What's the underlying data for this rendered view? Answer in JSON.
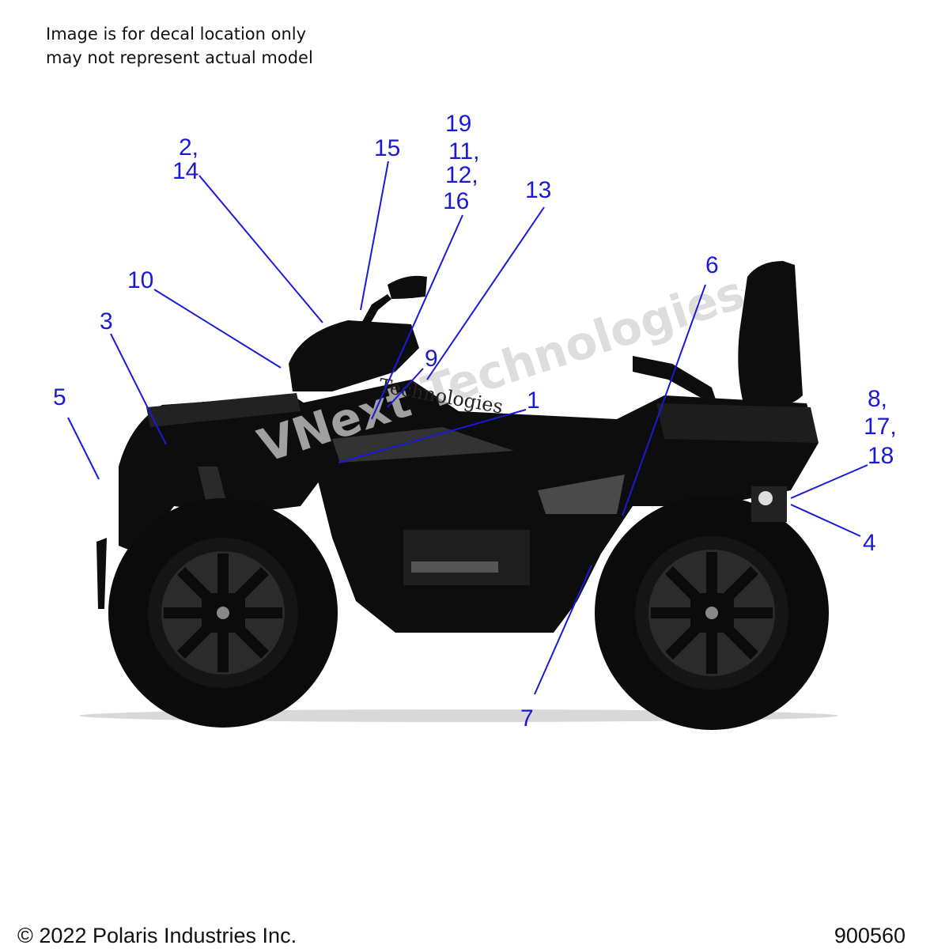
{
  "note": {
    "line1": "Image is for decal location only",
    "line2": "may not represent actual model"
  },
  "callouts": [
    {
      "id": "c1",
      "label": "1"
    },
    {
      "id": "c2",
      "label": "2,"
    },
    {
      "id": "c14",
      "label": "14"
    },
    {
      "id": "c3",
      "label": "3"
    },
    {
      "id": "c4",
      "label": "4"
    },
    {
      "id": "c5",
      "label": "5"
    },
    {
      "id": "c6",
      "label": "6"
    },
    {
      "id": "c7",
      "label": "7"
    },
    {
      "id": "c8",
      "label": "8,"
    },
    {
      "id": "c17",
      "label": "17,"
    },
    {
      "id": "c18",
      "label": "18"
    },
    {
      "id": "c9",
      "label": "9"
    },
    {
      "id": "c10",
      "label": "10"
    },
    {
      "id": "c11",
      "label": "11,"
    },
    {
      "id": "c12",
      "label": "12,"
    },
    {
      "id": "c16",
      "label": "16"
    },
    {
      "id": "c13",
      "label": "13"
    },
    {
      "id": "c15",
      "label": "15"
    },
    {
      "id": "c19",
      "label": "19"
    }
  ],
  "watermark": {
    "big": "VNext Technologies",
    "small": "Technologies"
  },
  "footer": {
    "copyright": "© 2022 Polaris Industries Inc.",
    "part_number": "900560"
  },
  "colors": {
    "callout": "#1a1ad6",
    "vehicle": "#0d0d0d"
  }
}
